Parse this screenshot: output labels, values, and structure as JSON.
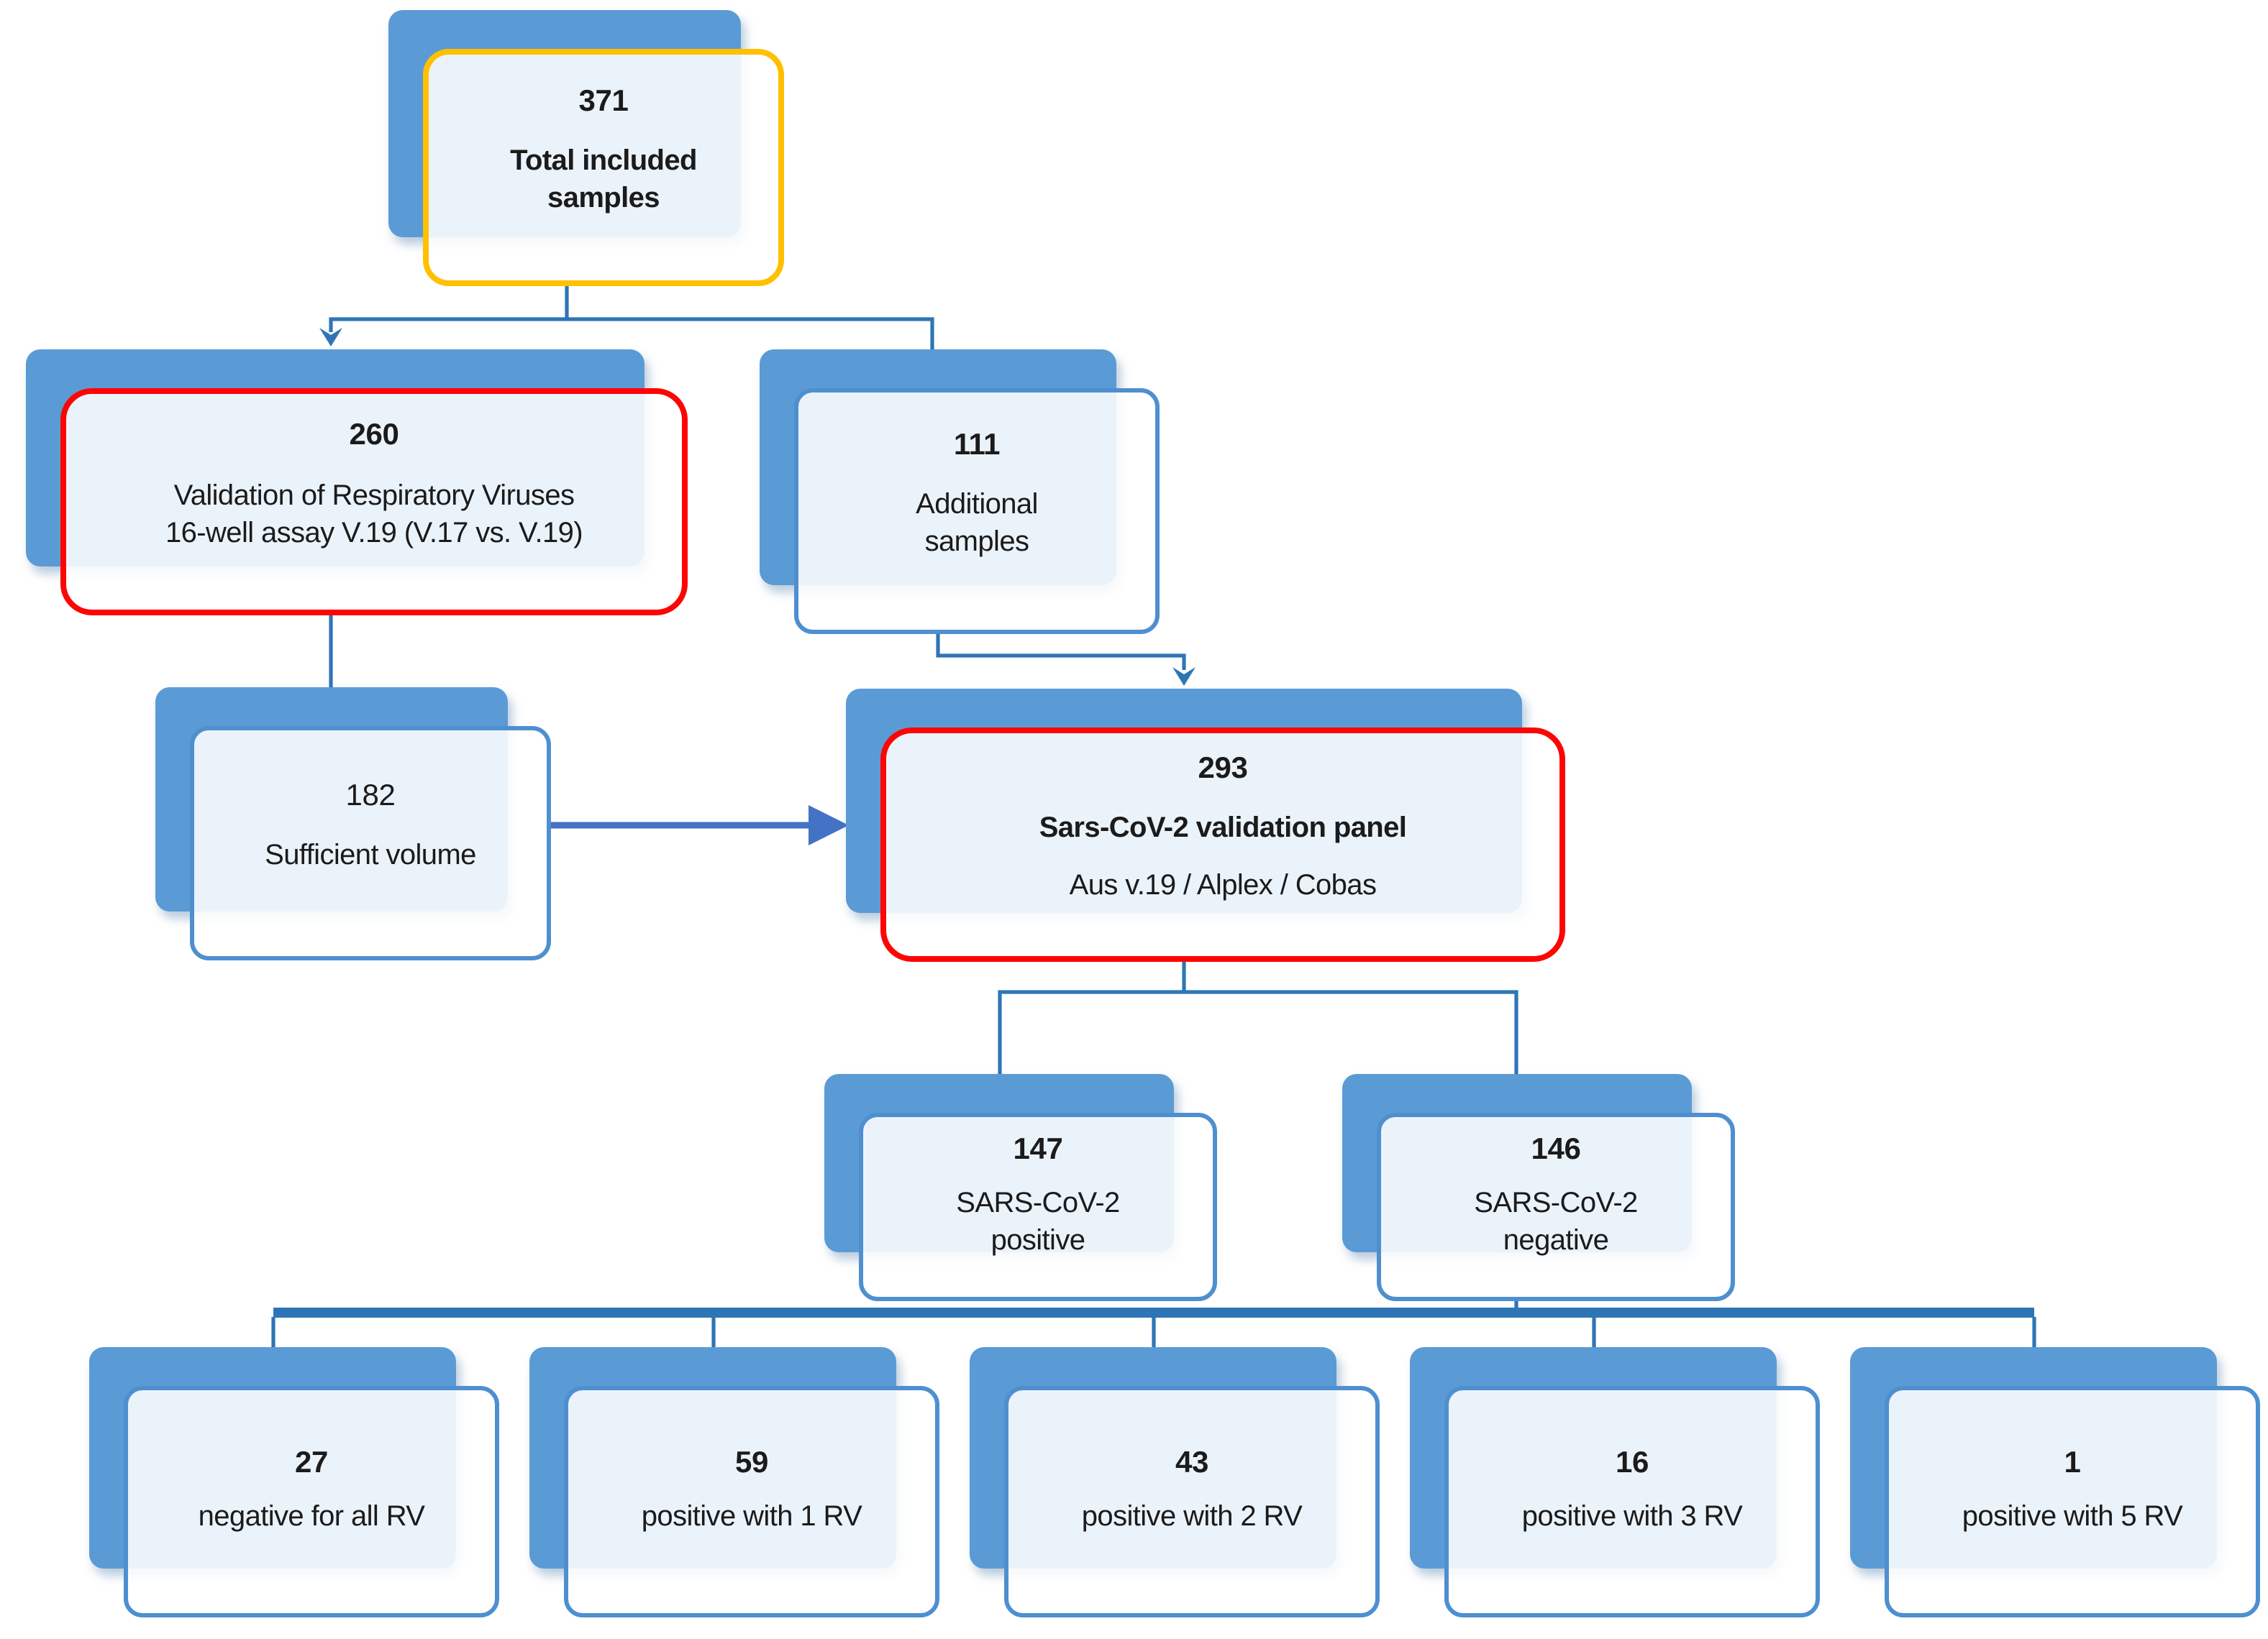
{
  "figure": {
    "type": "study-flow-diagram",
    "nodes": [
      {
        "id": "total",
        "number": "371",
        "lines": [
          "Total included",
          "samples"
        ],
        "border": "yellow",
        "emphasis": "bold-label"
      },
      {
        "id": "validation-rv",
        "number": "260",
        "lines": [
          "Validation of Respiratory Viruses",
          "16-well assay V.19 (V.17 vs. V.19)"
        ],
        "border": "red",
        "emphasis": "regular-label"
      },
      {
        "id": "additional",
        "number": "111",
        "lines": [
          "Additional",
          "samples"
        ],
        "border": "blue",
        "emphasis": "regular-label"
      },
      {
        "id": "sufficient-volume",
        "number": "182",
        "lines": [
          "Sufficient volume"
        ],
        "border": "blue",
        "emphasis": "regular-number"
      },
      {
        "id": "validation-panel",
        "number": "293",
        "lines": [
          "Sars-CoV-2 validation panel",
          "Aus v.19 / Alplex / Cobas"
        ],
        "border": "red",
        "emphasis": "bold-first-line"
      },
      {
        "id": "positive",
        "number": "147",
        "lines": [
          "SARS-CoV-2",
          "positive"
        ],
        "border": "blue",
        "emphasis": "regular-label"
      },
      {
        "id": "negative",
        "number": "146",
        "lines": [
          "SARS-CoV-2",
          "negative"
        ],
        "border": "blue",
        "emphasis": "regular-label"
      },
      {
        "id": "neg-all-rv",
        "number": "27",
        "lines": [
          "negative for all RV"
        ],
        "border": "blue",
        "emphasis": "regular-label"
      },
      {
        "id": "pos-1-rv",
        "number": "59",
        "lines": [
          "positive with 1 RV"
        ],
        "border": "blue",
        "emphasis": "regular-label"
      },
      {
        "id": "pos-2-rv",
        "number": "43",
        "lines": [
          "positive with 2 RV"
        ],
        "border": "blue",
        "emphasis": "regular-label"
      },
      {
        "id": "pos-3-rv",
        "number": "16",
        "lines": [
          "positive with 3 RV"
        ],
        "border": "blue",
        "emphasis": "regular-label"
      },
      {
        "id": "pos-5-rv",
        "number": "1",
        "lines": [
          "positive with 5 RV"
        ],
        "border": "blue",
        "emphasis": "regular-label"
      }
    ],
    "edges": [
      {
        "from": "total",
        "to": "validation-rv",
        "arrowhead": true
      },
      {
        "from": "total",
        "to": "additional",
        "arrowhead": false
      },
      {
        "from": "validation-rv",
        "to": "sufficient-volume",
        "arrowhead": false
      },
      {
        "from": "sufficient-volume",
        "to": "validation-panel",
        "arrowhead": true,
        "style": "straight-thick"
      },
      {
        "from": "additional",
        "to": "validation-panel",
        "arrowhead": true
      },
      {
        "from": "validation-panel",
        "to": "positive",
        "arrowhead": false
      },
      {
        "from": "validation-panel",
        "to": "negative",
        "arrowhead": false
      },
      {
        "from": "negative",
        "to": "neg-all-rv",
        "arrowhead": false,
        "style": "bus"
      },
      {
        "from": "negative",
        "to": "pos-1-rv",
        "arrowhead": false,
        "style": "bus"
      },
      {
        "from": "negative",
        "to": "pos-2-rv",
        "arrowhead": false,
        "style": "bus"
      },
      {
        "from": "negative",
        "to": "pos-3-rv",
        "arrowhead": false,
        "style": "bus"
      },
      {
        "from": "negative",
        "to": "pos-5-rv",
        "arrowhead": false,
        "style": "bus"
      }
    ],
    "colors": {
      "backdrop_blue": "#5B9BD5",
      "box_border_blue": "#4E8FD0",
      "connector_blue": "#2E75B6",
      "straight_arrow_blue": "#4472C4",
      "highlight_red": "#FE0505",
      "highlight_yellow": "#FFC000",
      "box_fill_tint": "#EAF0F9",
      "text": "#1B1B1B"
    }
  }
}
